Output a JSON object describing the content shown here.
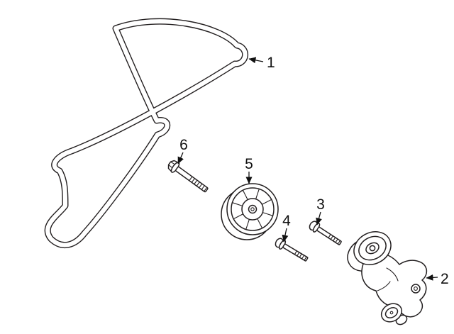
{
  "diagram": {
    "type": "parts-diagram",
    "background_color": "#ffffff",
    "line_color": "#231f20",
    "callout_color": "#111111",
    "callouts": [
      {
        "number": "1",
        "part": "drive-belt"
      },
      {
        "number": "2",
        "part": "belt-tensioner-assembly"
      },
      {
        "number": "3",
        "part": "tensioner-bolt"
      },
      {
        "number": "4",
        "part": "bolt"
      },
      {
        "number": "5",
        "part": "idler-pulley"
      },
      {
        "number": "6",
        "part": "idler-pulley-bolt"
      }
    ]
  }
}
